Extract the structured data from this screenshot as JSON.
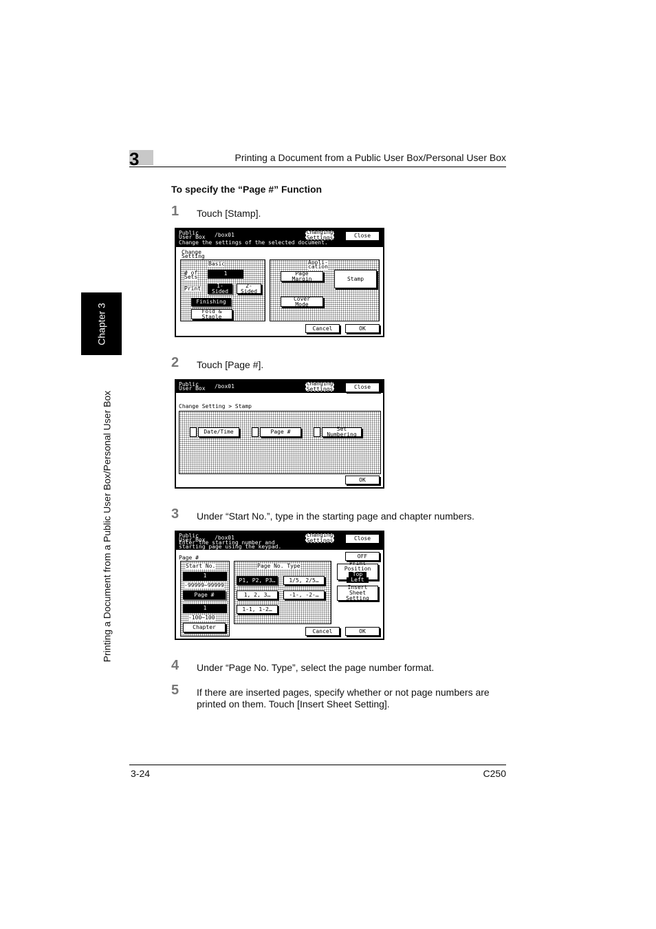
{
  "side": {
    "chapter_label": "Chapter 3",
    "section_label": "Printing a Document from a Public User Box/Personal User Box"
  },
  "header": {
    "chapter_number": "3",
    "title": "Printing a Document from a Public User Box/Personal User Box"
  },
  "section_title": "To specify the “Page #” Function",
  "steps": [
    {
      "num": "1",
      "text": "Touch [Stamp]."
    },
    {
      "num": "2",
      "text": "Touch [Page #]."
    },
    {
      "num": "3",
      "text": "Under “Start No.”, type in the starting page and chapter numbers."
    },
    {
      "num": "4",
      "text": "Under “Page No. Type”, select the page number format."
    },
    {
      "num": "5",
      "text": "If there are inserted pages, specify whether or not page numbers are printed on them. Touch [Insert Sheet Setting]."
    }
  ],
  "screen1": {
    "head_line1": "Public",
    "head_line2": "User Box",
    "path": "/box01",
    "changing1": "Changing",
    "changing2": "Settings",
    "close": "Close",
    "message": "Change the settings of the selected document.",
    "panel_title1": "Change",
    "panel_title2": "Setting",
    "basic": "Basic",
    "sets1": "# of",
    "sets2": "Sets",
    "sets_value": "1",
    "print": "Print",
    "one_sided1": "1-",
    "one_sided2": "Sided",
    "two_sided1": "2-",
    "two_sided2": "Sided",
    "finishing": "Finishing",
    "fold1": "Fold &",
    "fold2": "Staple",
    "application1": "Appli-",
    "application2": "cation",
    "page_margin1": "Page",
    "page_margin2": "Margin",
    "stamp": "Stamp",
    "cover1": "Cover",
    "cover2": "Mode",
    "cancel": "Cancel",
    "ok": "OK"
  },
  "screen2": {
    "head_line1": "Public",
    "head_line2": "User Box",
    "path": "/box01",
    "changing1": "Changing",
    "changing2": "Settings",
    "close": "Close",
    "breadcrumb": "Change Setting > Stamp",
    "date_time": "Date/Time",
    "page_number": "Page #",
    "set_numbering1": "Set",
    "set_numbering2": "Numbering",
    "ok": "OK"
  },
  "screen3": {
    "head_line1": "Public",
    "head_line2": "User Box",
    "path": "/box01",
    "changing1": "Changing",
    "changing2": "Settings",
    "close": "Close",
    "message1": "Enter the starting number and",
    "message2": "starting page using the keypad.",
    "title": "Page #",
    "off": "OFF",
    "start_no": "Start No.",
    "start_value": "1",
    "start_range": "-99999~99999",
    "page_number": "Page #",
    "chapter_value": "1",
    "chapter_range": "-100~100",
    "chapter": "Chapter",
    "page_no_type": "Page No. Type",
    "type_p1": "P1, P2, P3…",
    "type_frac": "1/5, 2/5…",
    "type_num": "1, 2, 3…",
    "type_dash": "-1-, -2-…",
    "type_chapter": "1-1, 1-2…",
    "print_position1": "Print",
    "print_position2": "Position",
    "print_position3": "Top",
    "print_position4": "Left",
    "insert_sheet1": "Insert",
    "insert_sheet2": "Sheet",
    "insert_sheet3": "Setting",
    "cancel": "Cancel",
    "ok": "OK"
  },
  "footer": {
    "page": "3-24",
    "model": "C250"
  }
}
